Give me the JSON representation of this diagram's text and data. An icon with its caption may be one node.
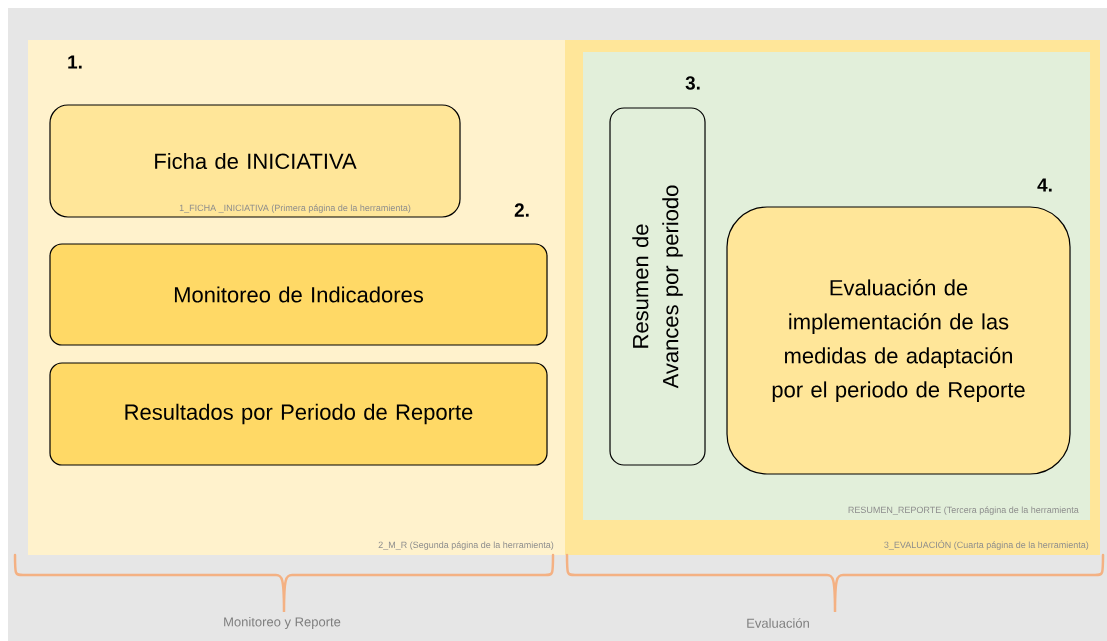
{
  "diagram": {
    "nodes": [
      {
        "text": [
          "2_M_R (Segunda página de la herramienta)"
        ]
      },
      {
        "text": [
          "Ficha de INICIATIVA",
          "1_FICHA _INICIATIVA (Primera página de la herramienta)"
        ],
        "in": 0
      },
      {
        "text": [
          "Monitoreo de Indicadores"
        ],
        "in": 0
      },
      {
        "text": [
          "Resultados por Periodo de Reporte"
        ],
        "in": 0
      },
      {
        "text": [
          "3_EVALUACIÓN (Cuarta página de la herramienta)"
        ]
      },
      {
        "text": [
          "RESUMEN_REPORTE (Tercera página de la herramienta"
        ],
        "in": 4
      },
      {
        "text": [
          "Resumen de Avances por periodo"
        ],
        "in": 5
      },
      {
        "text": [
          "Evaluación de implementación de las medidas de adaptación por el periodo de Reporte"
        ],
        "in": 5
      }
    ],
    "labels": [
      "1.",
      "3.",
      "2.",
      "4.",
      "Monitoreo y Reporte",
      "Evaluación"
    ]
  }
}
